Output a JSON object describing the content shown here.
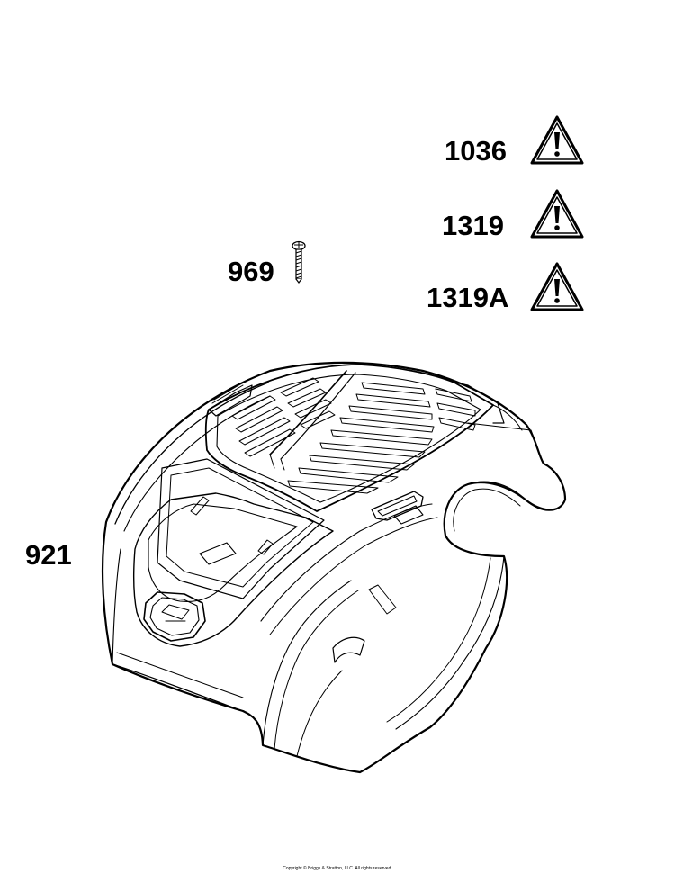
{
  "parts": {
    "warning_1036": {
      "number": "1036",
      "icon": "warning-triangle-icon"
    },
    "warning_1319": {
      "number": "1319",
      "icon": "warning-triangle-icon"
    },
    "warning_1319a": {
      "number": "1319A",
      "icon": "warning-triangle-icon"
    },
    "screw": {
      "number": "969",
      "icon": "screw-icon"
    },
    "blower_housing": {
      "number": "921",
      "icon": "blower-housing-cover-icon"
    }
  },
  "footer": {
    "copyright": "Copyright © Briggs & Stratton, LLC. All rights reserved."
  },
  "colors": {
    "ink": "#000000",
    "background": "#ffffff"
  }
}
